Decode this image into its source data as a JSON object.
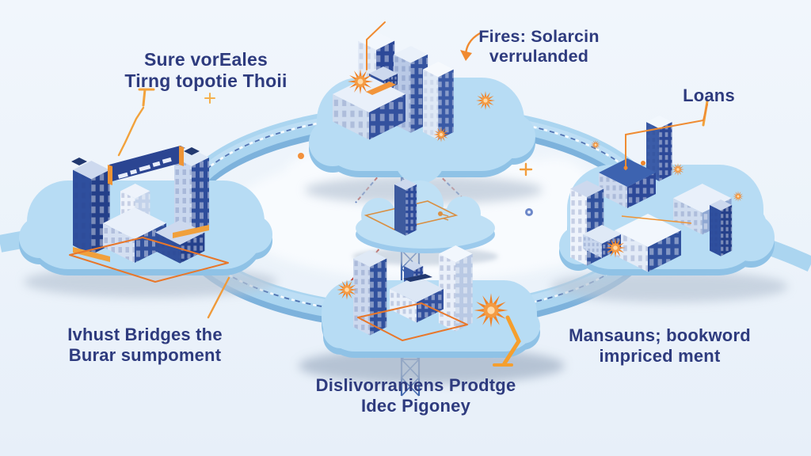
{
  "background": {
    "top_color": "#f1f6fc",
    "bottom_color": "#e7eff9"
  },
  "palette": {
    "label_text": "#2e3b7e",
    "accent_orange": "#f0862c",
    "ribbon_blue": "#abd5f0",
    "cloud_blue": "#b7dcf4",
    "building_dark_blue": "#2c4898",
    "building_light": "#e3ebf7"
  },
  "labels": {
    "top_left": {
      "line1": "Sure vorEales",
      "line2": "Tirng topotie Thoii"
    },
    "top_center": {
      "line1": "Fires: Solarcin",
      "line2": "verrulanded"
    },
    "right": {
      "line1": "Loans"
    },
    "bottom_left": {
      "line1": "Ivhust Bridges the",
      "line2": "Burar sumpoment"
    },
    "bottom_center": {
      "line1": "Dislivorraniens Prodtge",
      "line2": "Idec Pigoney"
    },
    "bottom_right": {
      "line1": "Mansauns; bookword",
      "line2": "impriced ment"
    }
  },
  "icons": {
    "fire_burst": "✸",
    "plus_marker": "+",
    "check_arrow": "↙",
    "lattice_tower": "transmission-tower",
    "cloud_platform": "cloud",
    "dashed_link": "network-link"
  }
}
